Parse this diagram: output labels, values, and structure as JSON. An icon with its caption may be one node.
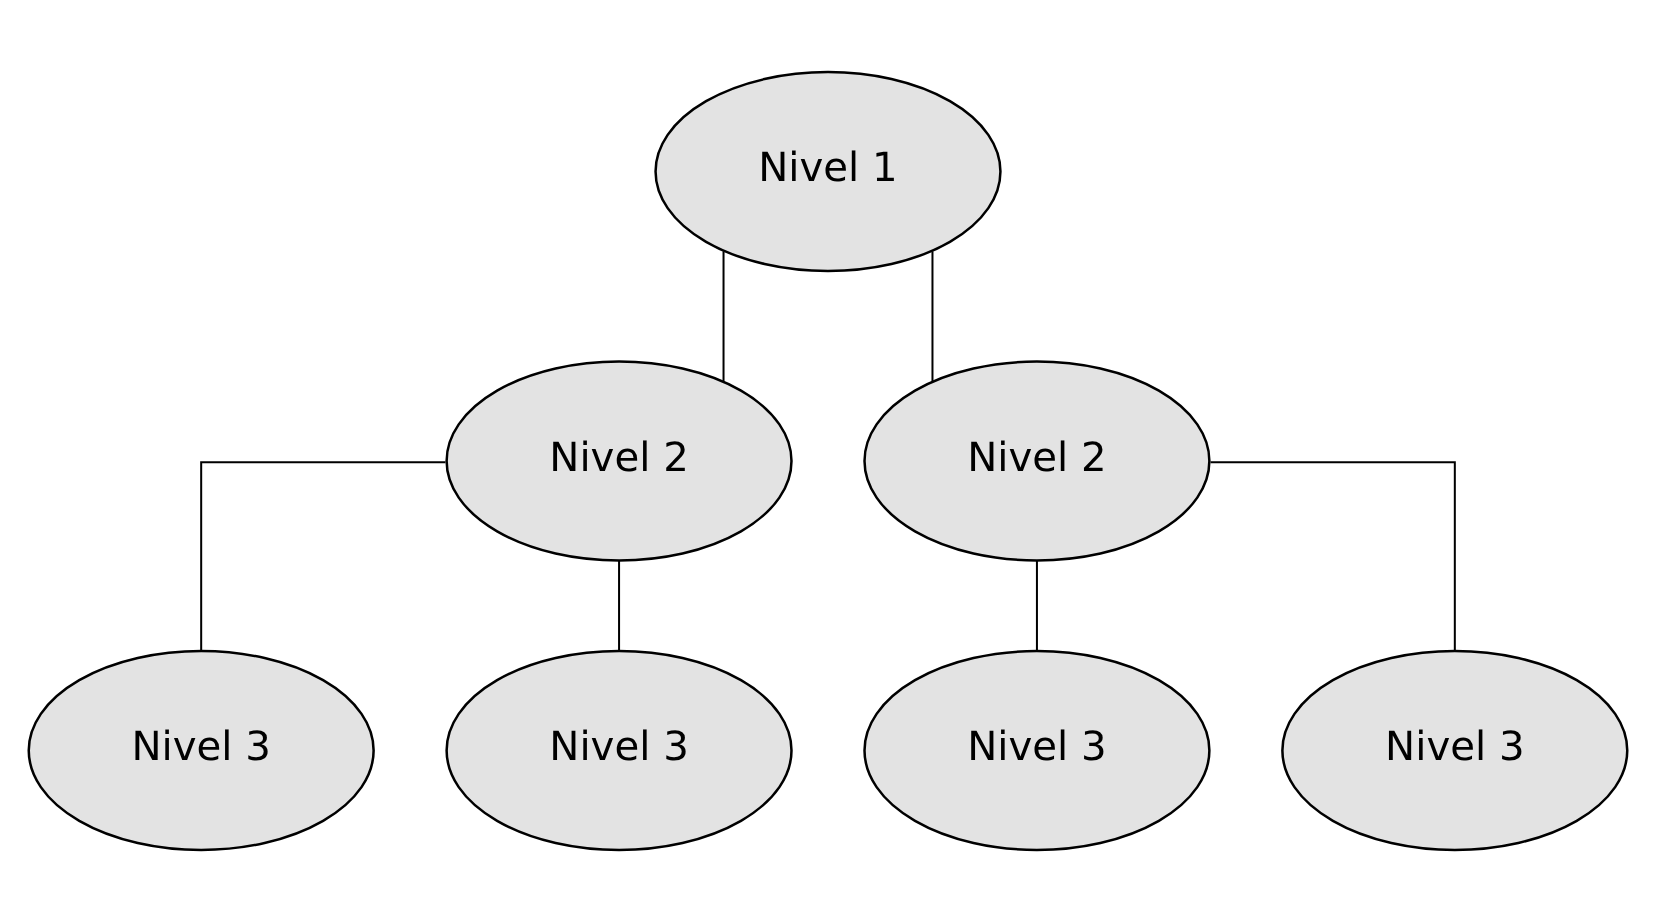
{
  "diagram": {
    "nodes": [
      {
        "text": [
          "Nivel 1"
        ]
      },
      {
        "text": [
          "Nivel 2"
        ]
      },
      {
        "text": [
          "Nivel 2"
        ]
      },
      {
        "text": [
          "Nivel 3"
        ]
      },
      {
        "text": [
          "Nivel 3"
        ]
      },
      {
        "text": [
          "Nivel 3"
        ]
      },
      {
        "text": [
          "Nivel 3"
        ]
      }
    ],
    "edges": [
      {
        "from": 0,
        "to": 1,
        "arrow": "none"
      },
      {
        "from": 0,
        "to": 2,
        "arrow": "none"
      },
      {
        "from": 1,
        "to": 3,
        "arrow": "none"
      },
      {
        "from": 1,
        "to": 4,
        "arrow": "none"
      },
      {
        "from": 2,
        "to": 5,
        "arrow": "none"
      },
      {
        "from": 2,
        "to": 6,
        "arrow": "none"
      }
    ]
  }
}
